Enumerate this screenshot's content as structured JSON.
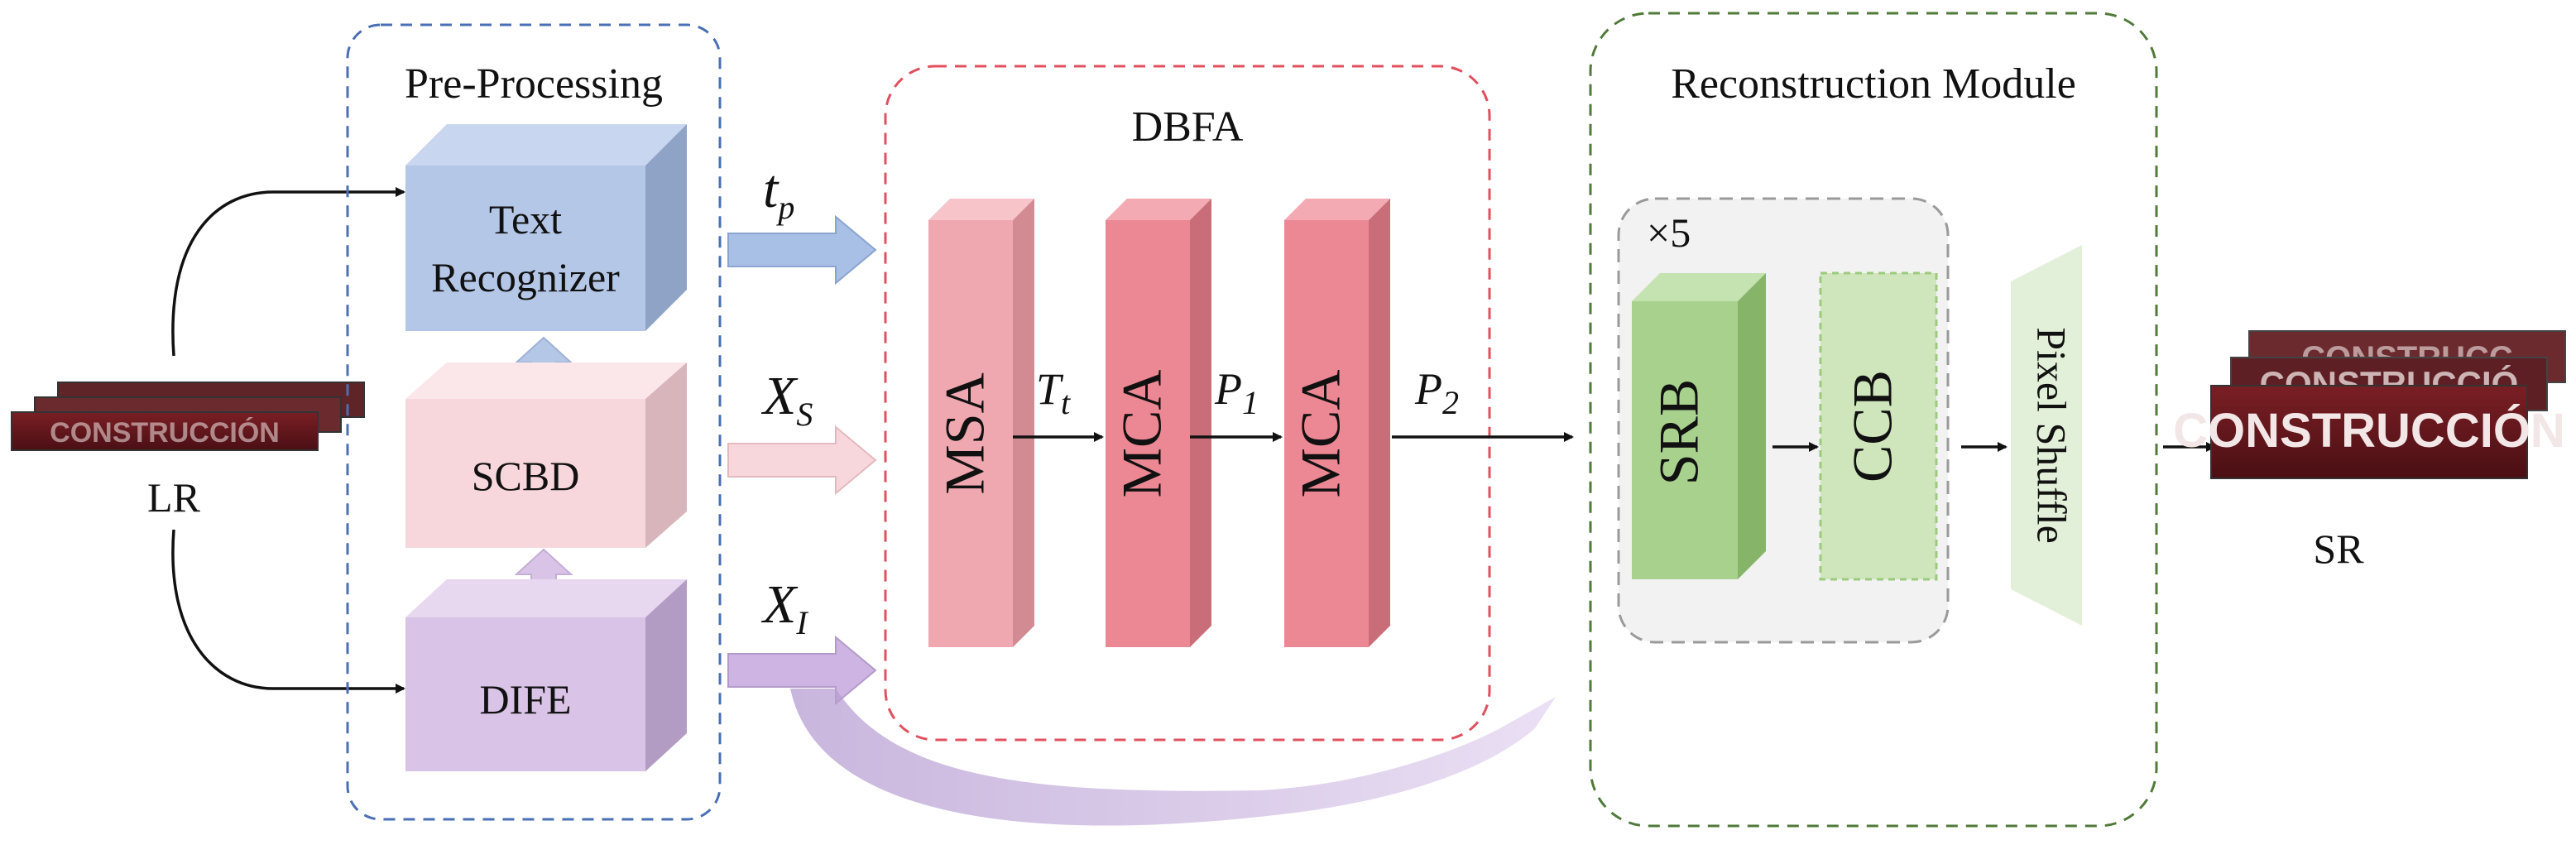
{
  "lr_label": "LR",
  "sr_label": "SR",
  "sr_plate_text": "CONSTRUCCIÓN",
  "lr_plate_text": "CONSTRUCCIÓN",
  "preprocessing": {
    "title": "Pre-Processing",
    "border_color": "#4a6fb5",
    "blocks": {
      "text_recognizer": {
        "line1": "Text",
        "line2": "Recognizer",
        "color": "#b4c7e7"
      },
      "scbd": {
        "label": "SCBD",
        "color": "#f8d7dc"
      },
      "dife": {
        "label": "DIFE",
        "color": "#d9c3e6"
      }
    }
  },
  "features": {
    "tp": {
      "base": "t",
      "sub": "p"
    },
    "xs": {
      "base": "X",
      "sub": "S"
    },
    "xi": {
      "base": "X",
      "sub": "I"
    }
  },
  "dbfa": {
    "title": "DBFA",
    "border_color": "#e0505f",
    "blocks": {
      "msa": {
        "label": "MSA",
        "color": "#f0a8b0"
      },
      "mca1": {
        "label": "MCA",
        "color": "#ec8893"
      },
      "mca2": {
        "label": "MCA",
        "color": "#ec8893"
      }
    },
    "signals": {
      "tt": {
        "base": "T",
        "sub": "t"
      },
      "p1": {
        "base": "P",
        "sub": "1"
      },
      "p2": {
        "base": "P",
        "sub": "2"
      }
    }
  },
  "reconstruction": {
    "title": "Reconstruction Module",
    "border_color": "#4f7a3a",
    "repeat_label": "×5",
    "blocks": {
      "srb": {
        "label": "SRB",
        "color": "#a9d18e"
      },
      "ccb": {
        "label": "CCB",
        "color": "#cfe6bd"
      },
      "pixel_shuffle": {
        "label": "Pixel Shuffle",
        "color": "#e2f0d9"
      }
    }
  }
}
